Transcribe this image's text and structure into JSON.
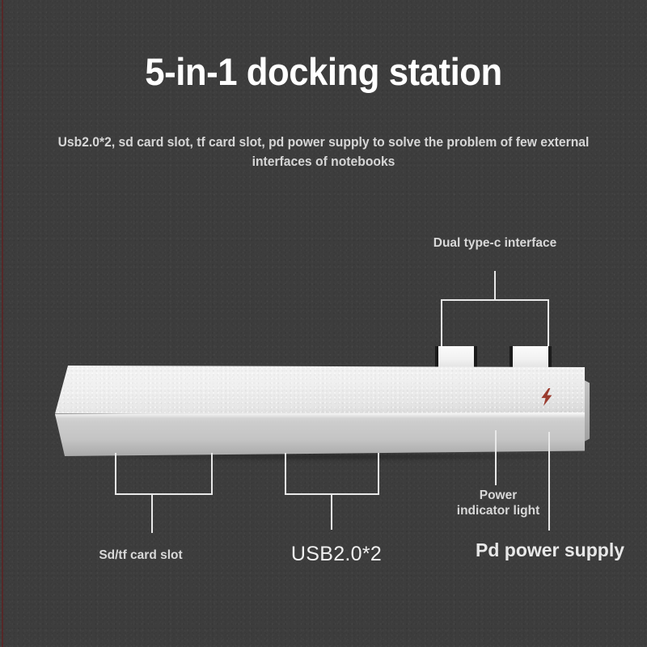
{
  "page": {
    "title": "5-in-1 docking station",
    "subtitle": "Usb2.0*2, sd card slot, tf card slot, pd power supply to solve the problem of few external interfaces of notebooks",
    "background_color": "#3d3d3d",
    "text_color": "#d8d8d8",
    "title_color": "#ffffff"
  },
  "product": {
    "name": "5-in-1 docking station",
    "body_color": "#f0f0f0",
    "body_finish": "silver aluminum",
    "bolt_icon_color": "#9a3b2e",
    "usb_port_color": "#1a6fb8",
    "sd_slot_color": "#2c5c32",
    "tf_slot_color": "#101010",
    "pd_port_color": "#0a0a0a",
    "led_color": "#101010"
  },
  "callouts": {
    "type_c": {
      "label": "Dual type-c interface",
      "icon": "bracket-down-icon",
      "count": 2
    },
    "sd_tf": {
      "label": "Sd/tf card slot",
      "icon": "bracket-up-icon",
      "count": 2
    },
    "usb": {
      "label": "USB2.0*2",
      "icon": "bracket-up-icon",
      "count": 2
    },
    "power_led": {
      "label": "Power\nindicator light",
      "icon": "leader-line-icon"
    },
    "pd": {
      "label": "Pd power supply",
      "icon": "leader-line-icon"
    }
  },
  "ports": {
    "sd_card_slot": "SD card slot",
    "tf_card_slot": "TF card slot",
    "usb_a_1": "USB2.0 port 1",
    "usb_a_2": "USB2.0 port 2",
    "power_led": "Power indicator LED",
    "pd_usb_c": "PD power supply USB-C port",
    "type_c_plug_1": "Type-C connector 1",
    "type_c_plug_2": "Type-C connector 2"
  }
}
